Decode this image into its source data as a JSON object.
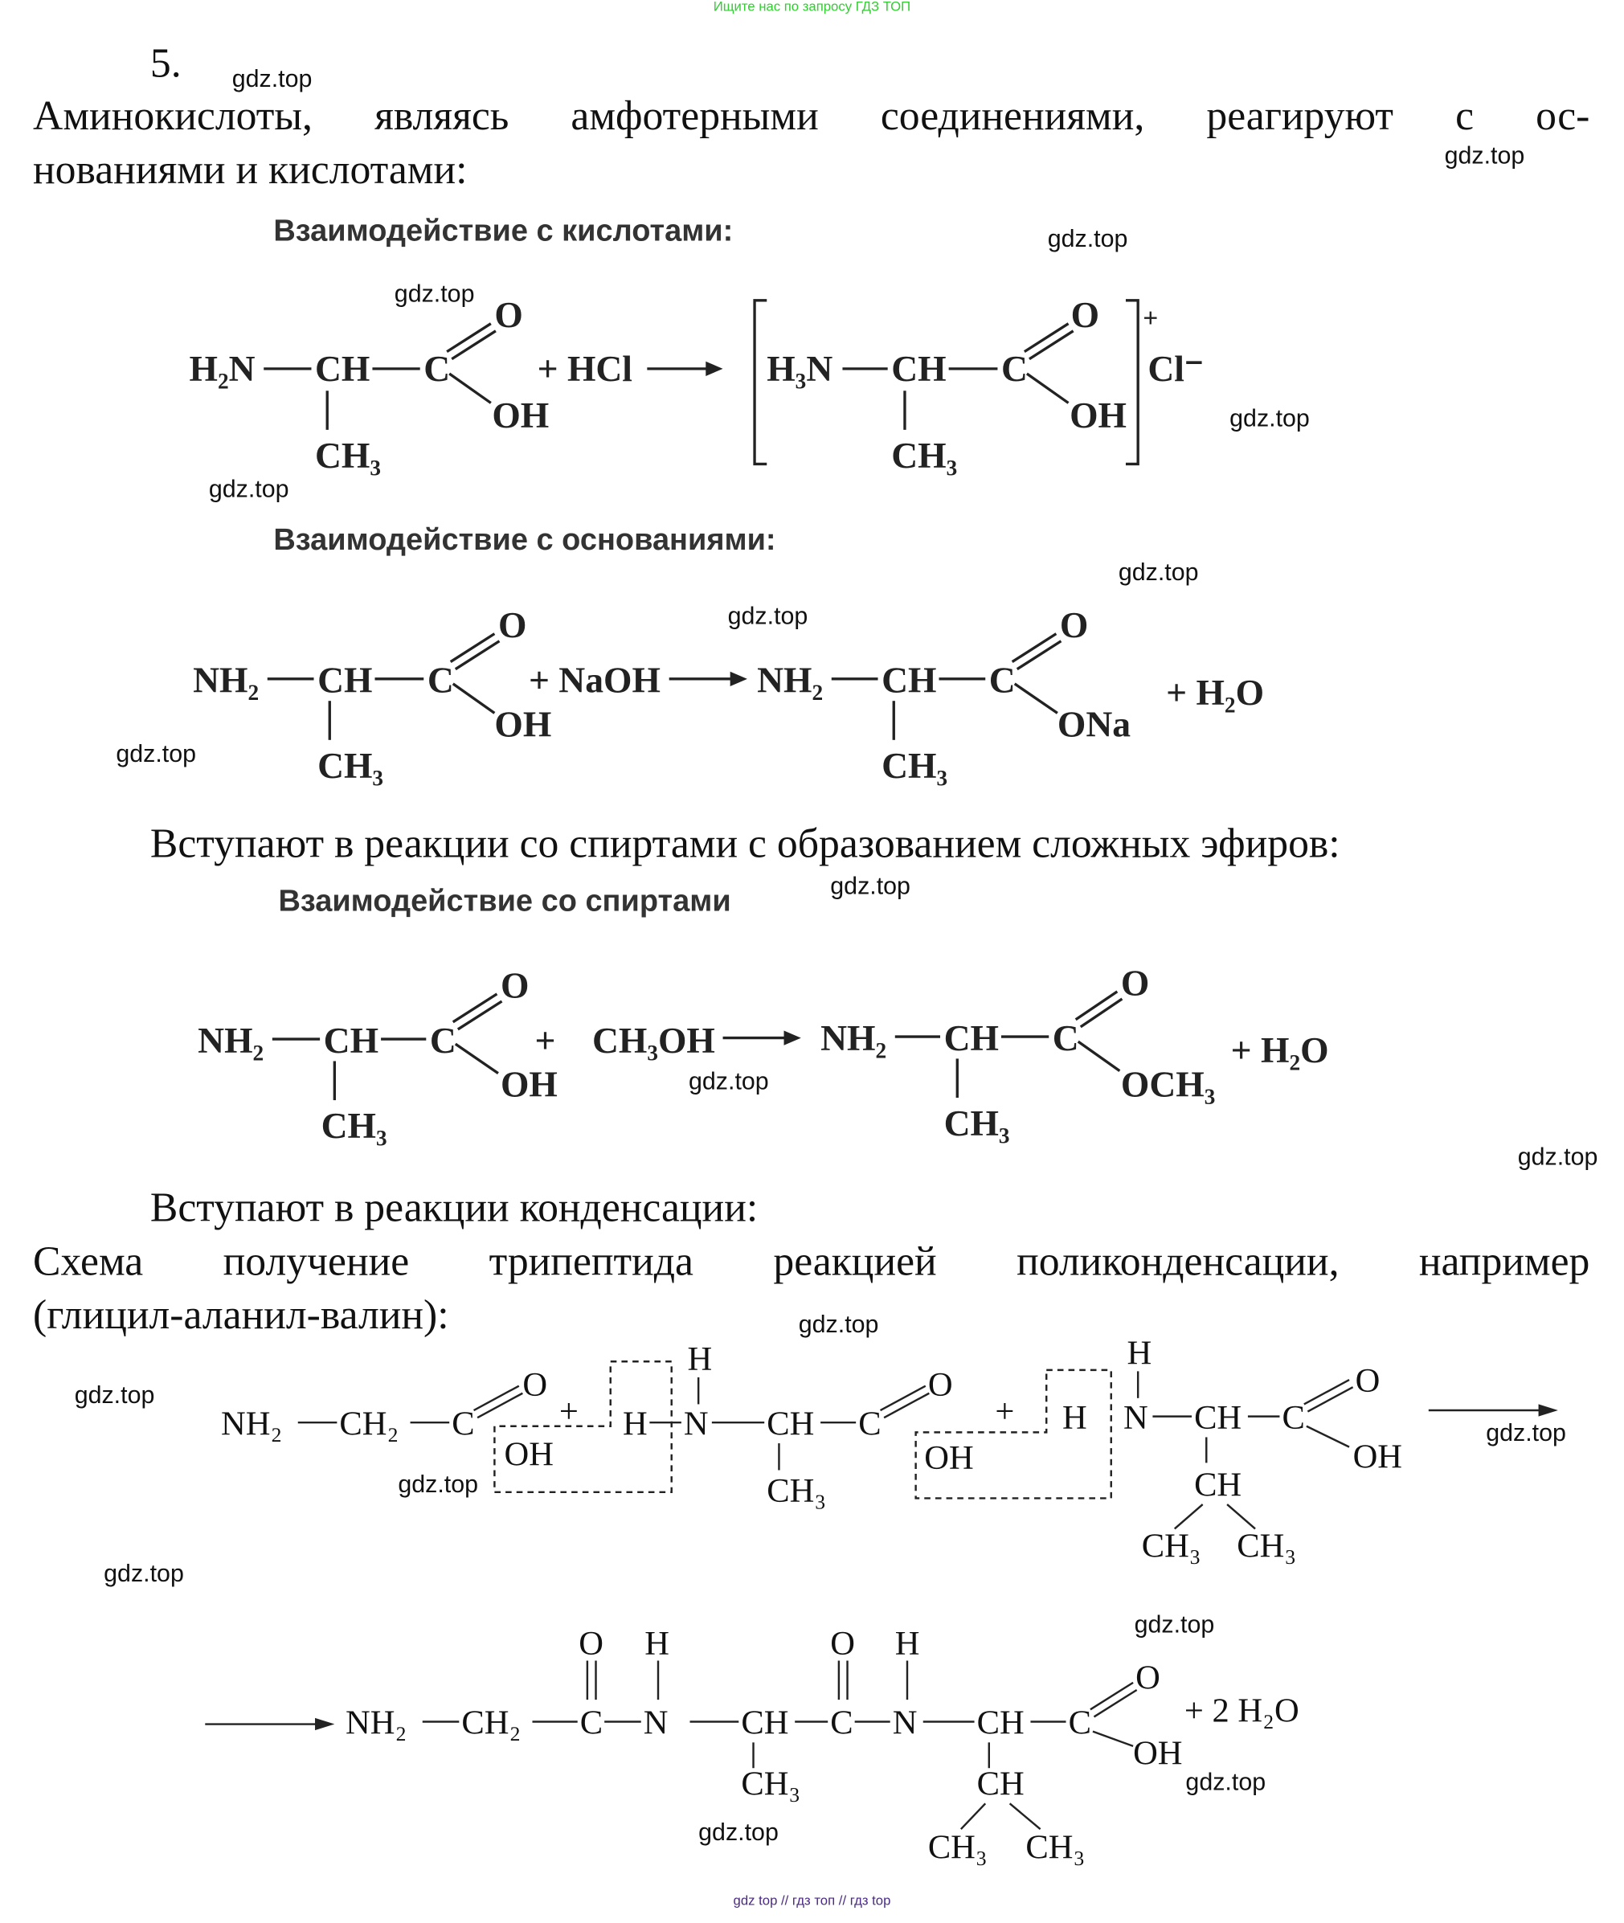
{
  "header_banner": "Ищите нас по запросу ГДЗ ТОП",
  "footer": "gdz top  //  гдз топ  //  гдз top",
  "task_number": "5.",
  "watermark": "gdz.top",
  "paragraphs": {
    "intro_line1": "Аминокислоты, являясь амфотерными соединениями, реагируют с ос-",
    "intro_line2": "нованиями и кислотами:",
    "alcohols": "Вступают в реакции со спиртами с образованием сложных эфиров:",
    "condensation": "Вступают в реакции конденсации:",
    "scheme_line1": "Схема получение трипептида реакцией поликонденсации, например",
    "scheme_line2": "(глицил-аланил-валин):"
  },
  "atoms": {
    "H2N": "H₂N",
    "H3N": "H₃N",
    "NH2": "NH₂",
    "CH": "CH",
    "C": "C",
    "O": "O",
    "OH": "OH",
    "CH3": "CH₃",
    "CH2": "CH₂",
    "H": "H",
    "N": "N",
    "ONa": "ONa",
    "OCH3": "OCH₃",
    "plus": "+",
    "Cl": "Cl⁻"
  },
  "reactions": {
    "acid": {
      "title": "Взаимодействие с кислотами:",
      "reagent": "+ HCl"
    },
    "base": {
      "title": "Взаимодействие с основаниями:",
      "reagent": "+ NaOH",
      "byproduct": "+ H₂O"
    },
    "alcohol": {
      "title": "Взаимодействие со спиртами",
      "reagent": "CH₃OH",
      "byproduct": "+ H₂O"
    },
    "tripeptide": {
      "byproduct": "+ 2 H₂O"
    }
  }
}
